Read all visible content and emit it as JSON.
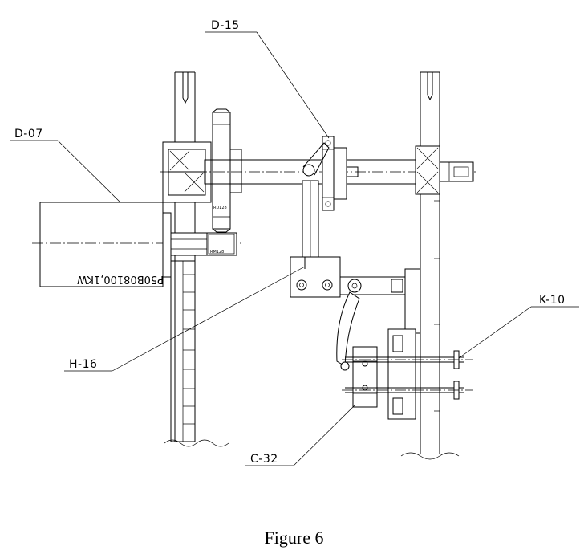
{
  "labels": {
    "d15": "D-15",
    "d07": "D-07",
    "h16": "H-16",
    "k10": "K-10",
    "c32": "C-32"
  },
  "motor_plate": "P50B08100,1KW",
  "small_marks": [
    "RM128",
    "RU128"
  ],
  "caption": "Figure 6"
}
